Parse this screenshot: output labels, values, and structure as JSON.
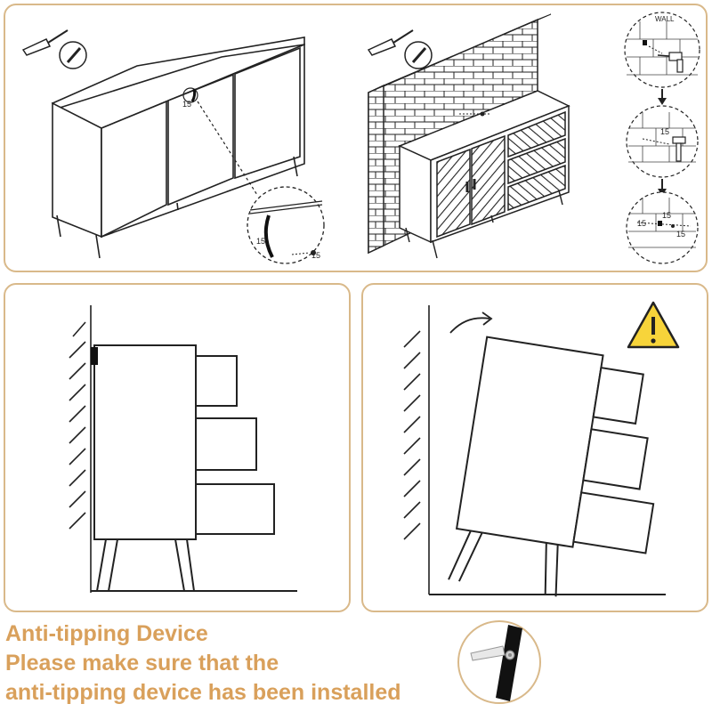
{
  "colors": {
    "accent": "#d9a05b",
    "panel_border": "#d9b98a",
    "line": "#222222",
    "warning": "#f7d43a"
  },
  "top_panel": {
    "screw_label_a": "15",
    "screw_label_b": "15",
    "screw_label_c": "15",
    "wall_label": "WALL",
    "step2_screw_label": "15",
    "step3_screw_labels": [
      "15",
      "15",
      "15"
    ]
  },
  "icons": {
    "screwdriver": "screwdriver-icon",
    "warning": "warning-triangle-icon",
    "tip_arrow": "curved-arrow-icon"
  },
  "caption": {
    "line1": "Anti-tipping Device",
    "line2": "Please make sure that the",
    "line3": "anti-tipping device has been installed"
  }
}
